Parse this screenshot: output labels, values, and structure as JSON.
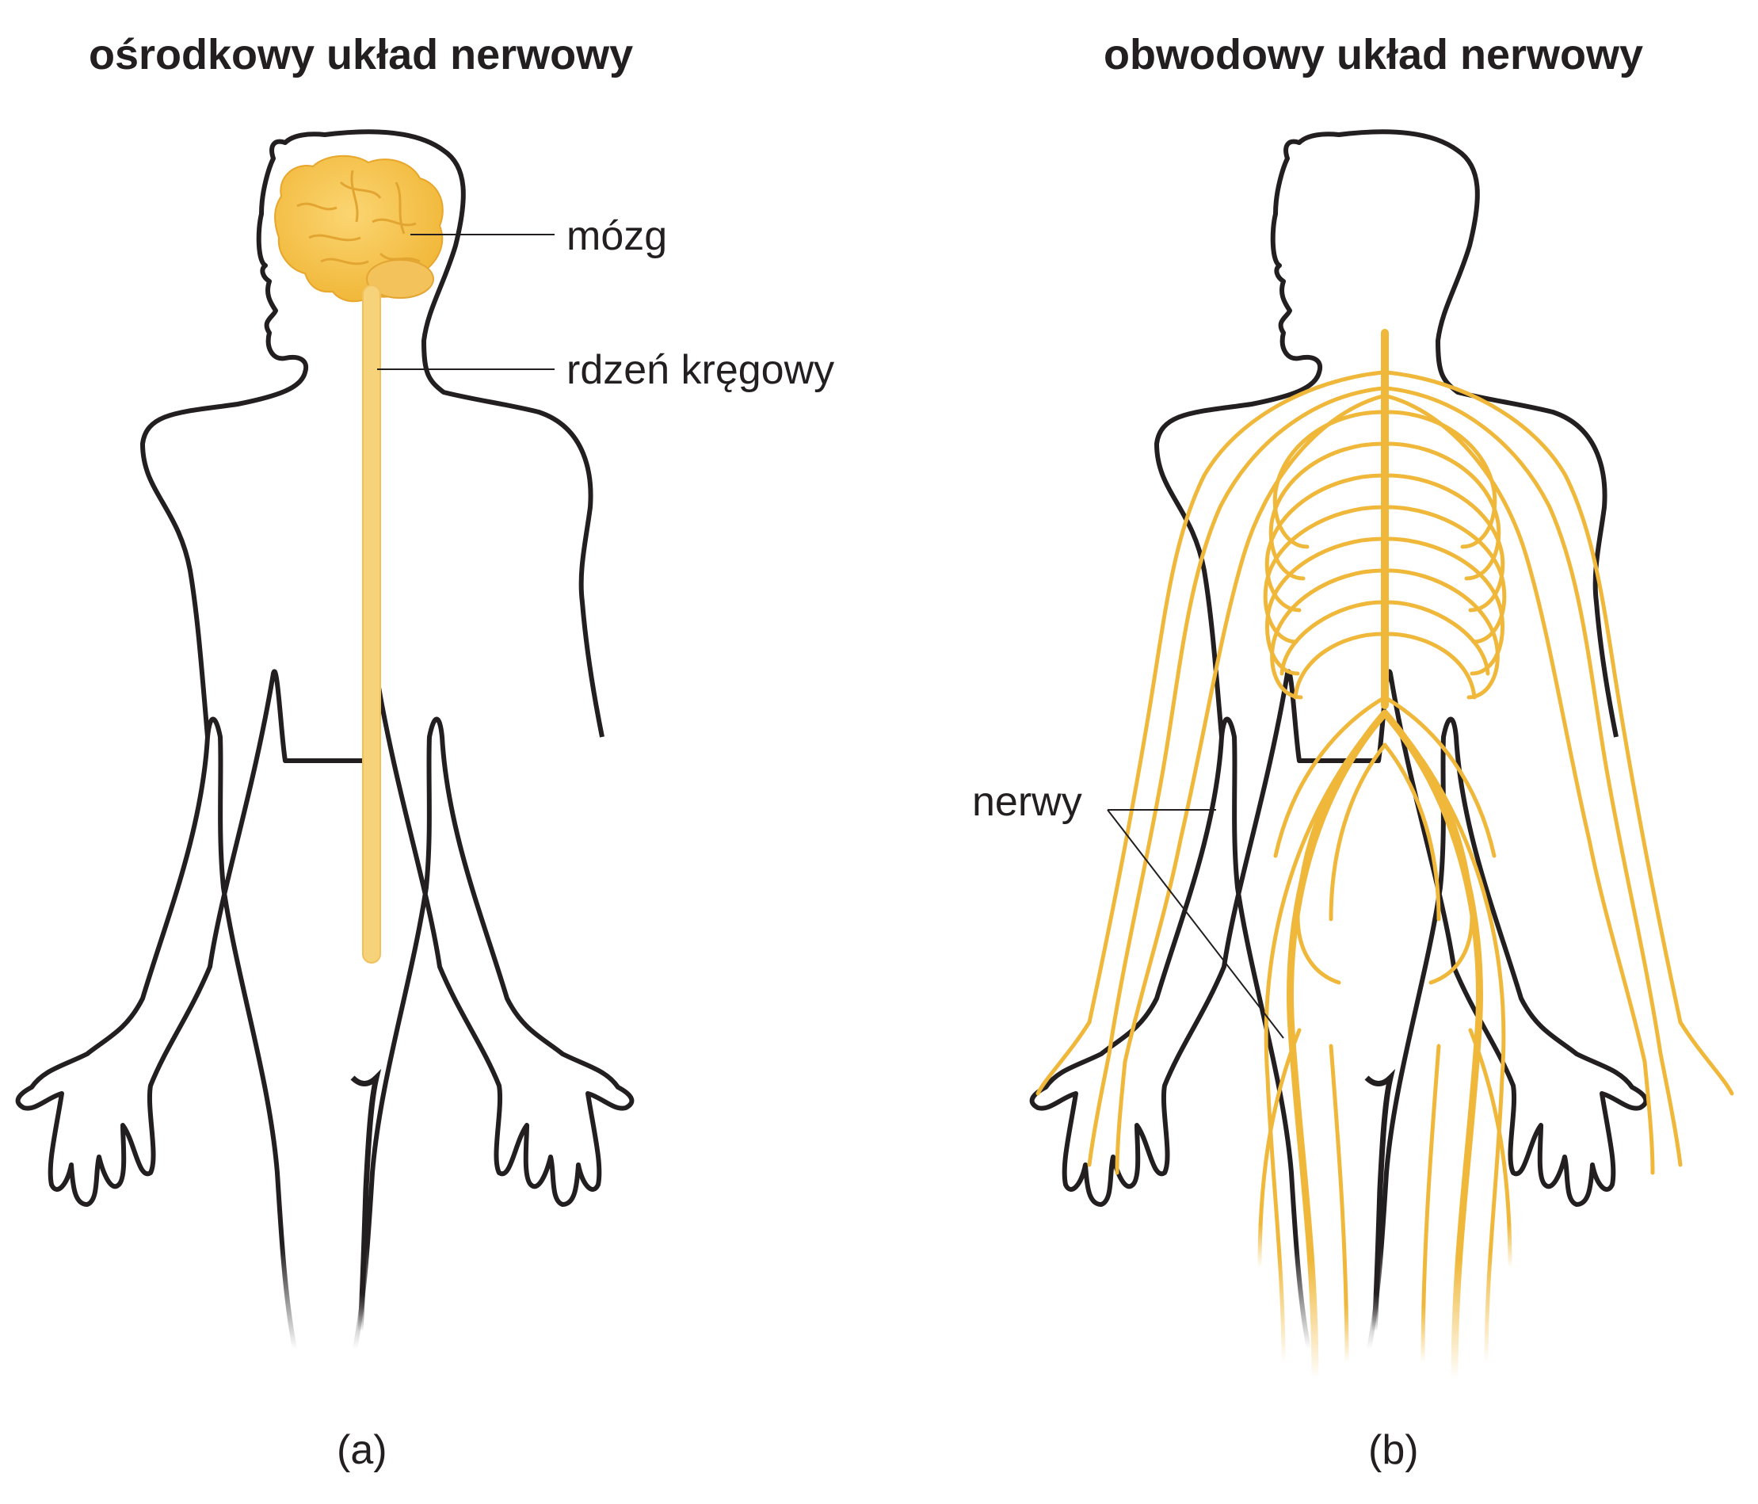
{
  "panels": [
    {
      "title": "ośrodkowy układ nerwowy",
      "caption": "(a)",
      "labels": {
        "brain": "mózg",
        "spinal_cord": "rdzeń kręgowy"
      }
    },
    {
      "title": "obwodowy układ nerwowy",
      "caption": "(b)",
      "labels": {
        "nerves": "nerwy"
      }
    }
  ],
  "colors": {
    "outline": "#231f20",
    "nerve": "#f0b83a",
    "brain_fill": "#f7c94e",
    "spinal_cord_fill": "#f6d27a",
    "leader_line": "#231f20"
  }
}
